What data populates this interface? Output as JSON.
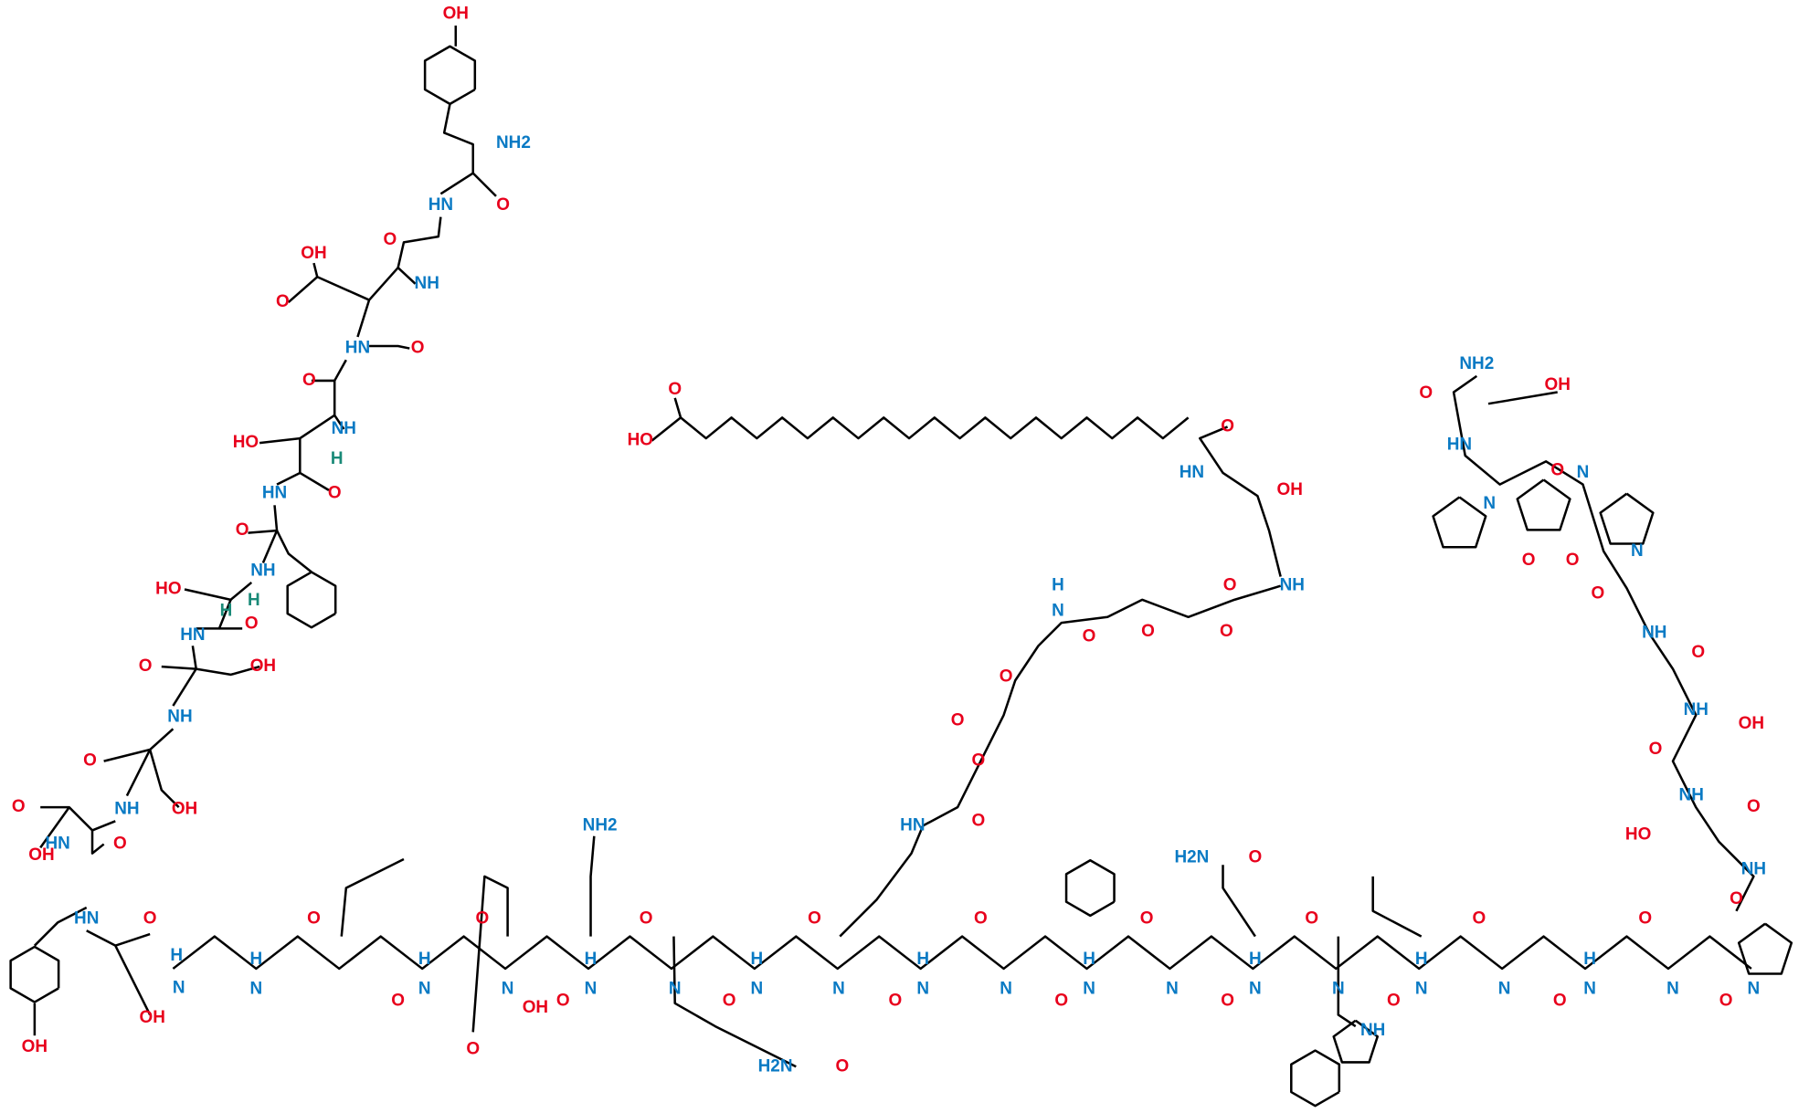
{
  "title": "Peptide structure diagram (lipidated, PEG-linked peptide)",
  "colors": {
    "oxygen": "#e8001c",
    "nitrogen": "#0a7ac4",
    "stereo_h": "#1a8a78",
    "bond": "#000000"
  },
  "atom_labels": [
    "OH",
    "NH2",
    "HN",
    "O",
    "O",
    "OH",
    "O",
    "NH",
    "HN",
    "O",
    "O",
    "HO",
    "NH",
    "H",
    "HN",
    "O",
    "O",
    "NH",
    "HO",
    "H",
    "HN",
    "O",
    "H",
    "OH",
    "O",
    "NH",
    "O",
    "OH",
    "O",
    "OH",
    "NH",
    "HN",
    "O",
    "HN",
    "O",
    "OH",
    "OH",
    "H",
    "N",
    "O",
    "N",
    "O",
    "H",
    "N",
    "O",
    "N",
    "OH",
    "O",
    "NH2",
    "O",
    "H",
    "N",
    "O",
    "N",
    "O",
    "H",
    "N",
    "O",
    "N",
    "O",
    "H2N",
    "O",
    "HN",
    "O",
    "H",
    "N",
    "O",
    "N",
    "O",
    "H",
    "N",
    "O",
    "N",
    "O",
    "H2N",
    "O",
    "H",
    "N",
    "O",
    "N",
    "O",
    "NH",
    "H",
    "N",
    "O",
    "N",
    "O",
    "H",
    "N",
    "O",
    "N",
    "O",
    "N",
    "NH2",
    "OH",
    "O",
    "HN",
    "O",
    "N",
    "N",
    "O",
    "O",
    "N",
    "O",
    "NH",
    "O",
    "NH",
    "OH",
    "O",
    "NH",
    "O",
    "HO",
    "NH",
    "O",
    "O",
    "HO",
    "O",
    "HN",
    "OH",
    "O",
    "NH",
    "H",
    "N",
    "O",
    "O",
    "O",
    "O",
    "O",
    "O",
    "H"
  ]
}
